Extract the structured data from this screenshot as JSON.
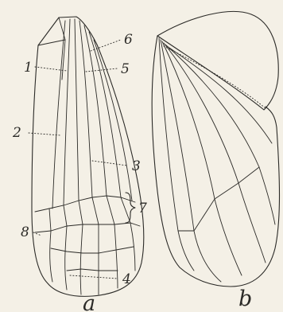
{
  "figure": {
    "panels": [
      {
        "id": "a",
        "caption": "a"
      },
      {
        "id": "b",
        "caption": "b"
      }
    ],
    "labels": [
      {
        "id": "1",
        "text": "1"
      },
      {
        "id": "2",
        "text": "2"
      },
      {
        "id": "3",
        "text": "3"
      },
      {
        "id": "4",
        "text": "4"
      },
      {
        "id": "5",
        "text": "5"
      },
      {
        "id": "6",
        "text": "6"
      },
      {
        "id": "7",
        "text": "7"
      },
      {
        "id": "8",
        "text": "8"
      }
    ]
  }
}
